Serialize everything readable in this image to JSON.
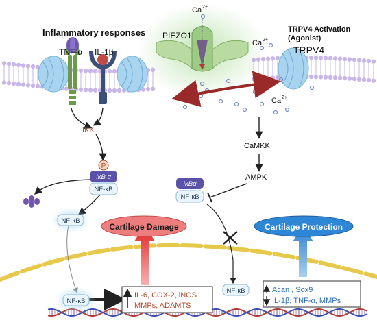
{
  "labels": {
    "inflammatory_responses": "Inflammatory responses",
    "tnf_alpha": "TNF-α",
    "il1_beta": "IL-1β",
    "piezo1": "PIEZO1",
    "trpv4_activation_line1": "TRPV4 Activation",
    "trpv4_activation_line2": "(Agonist)",
    "trpv4": "TRPV4",
    "ca_top": "Ca",
    "ca_top_sup": "2+",
    "ca_mid": "Ca",
    "ca_mid_sup": "2+",
    "ca_right": "Ca",
    "ca_right_sup": "2+",
    "ikk": "IKK",
    "phospho": "P",
    "ikba_left": "IκB α",
    "nfkb_complex_left": "NF-κB",
    "nfkb_free": "NF-κB",
    "nfkb_nucleus_left": "NF-κB",
    "camkk": "CaMKK",
    "ampk": "AMPK",
    "ikba_right": "IκBα",
    "nfkb_complex_right": "NF-κB",
    "nfkb_nucleus_right": "NF-κB",
    "cartilage_damage": "Cartilage Damage",
    "cartilage_protection": "Cartilage Protection",
    "damage_genes_line1": "IL-6, COX-2, iNOS",
    "damage_genes_line2": "MMPs, ADAMTS",
    "protect_up_genes": "Acan , Sox9",
    "protect_down_genes": "IL-1β, TNF-α, MMPs"
  },
  "colors": {
    "membrane_lipid": "#c9b6e8",
    "membrane_tail": "#b8a6d9",
    "channel_blue": "#a8d4ef",
    "piezo_green": "#b9dba2",
    "tnf_receptor": "#6b9a4b",
    "il1_receptor": "#3b4f7a",
    "ikk_text": "#b04a2a",
    "damage_red": "#ee7d7d",
    "protect_blue": "#2d86d6",
    "nucleus_yellow": "#e6c84a",
    "dna_red": "#b03a3a",
    "dna_blue": "#3a4fb0"
  }
}
